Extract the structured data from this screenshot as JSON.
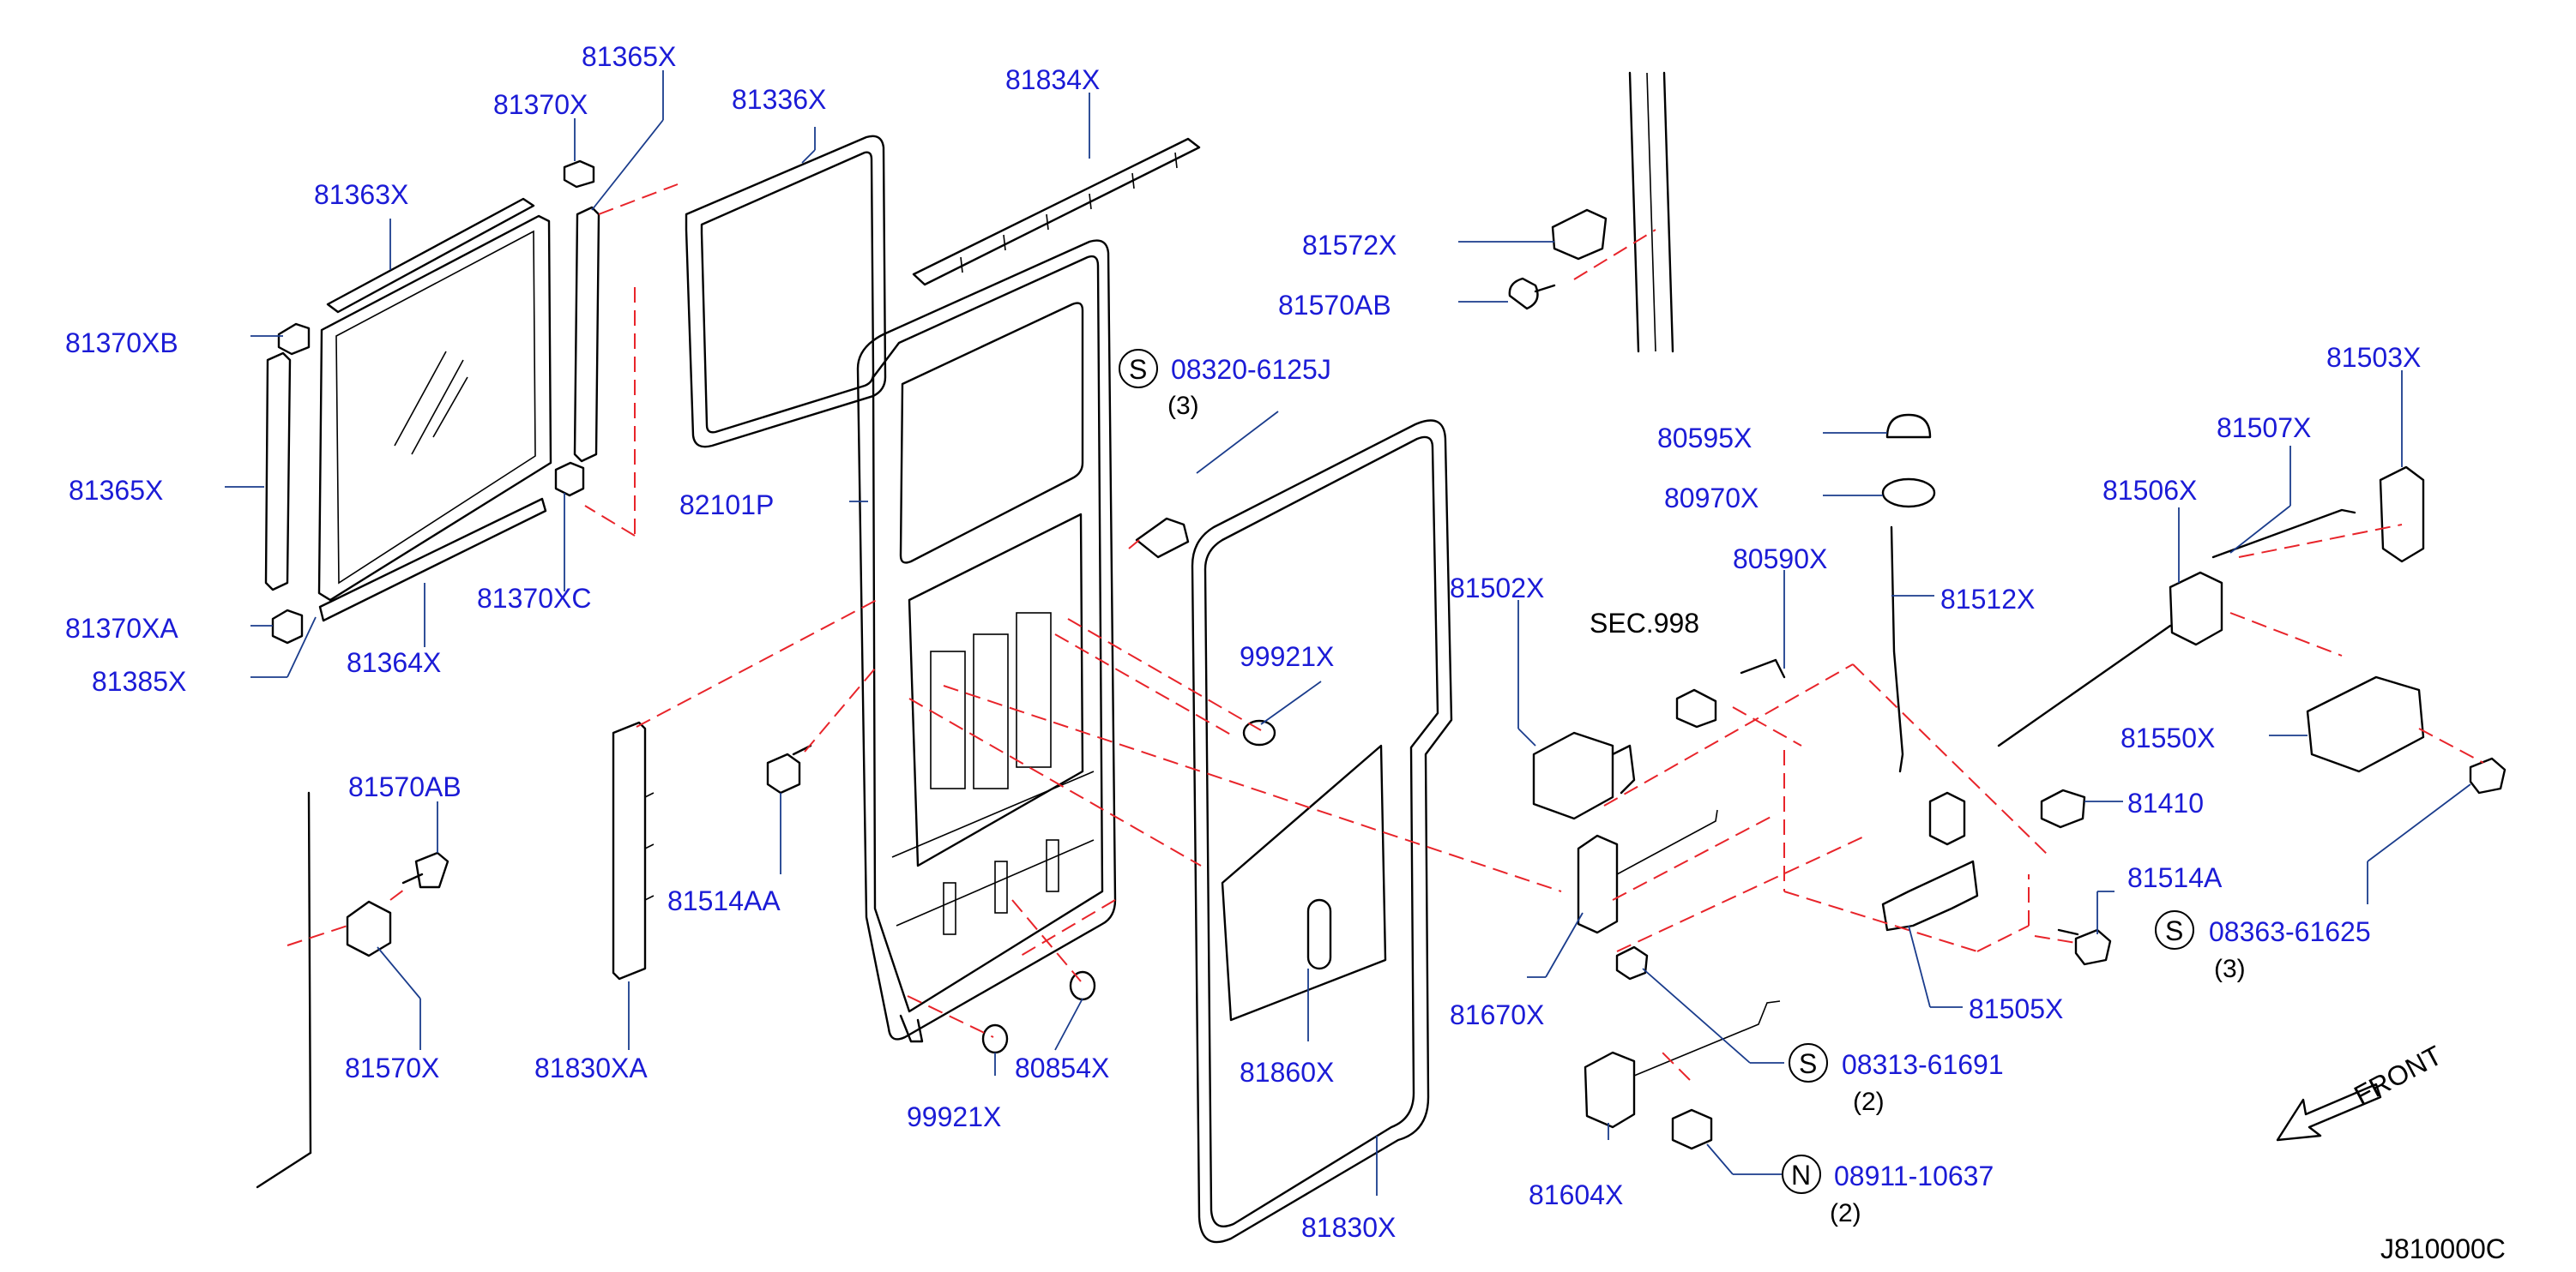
{
  "labels": {
    "p81365X_top": "81365X",
    "p81370X": "81370X",
    "p81336X": "81336X",
    "p81834X": "81834X",
    "p81363X": "81363X",
    "p81370XB": "81370XB",
    "p81365X_left": "81365X",
    "p81370XA": "81370XA",
    "p81385X": "81385X",
    "p81364X": "81364X",
    "p81370XC": "81370XC",
    "p82101P": "82101P",
    "p08320": "08320-6125J",
    "p81572X": "81572X",
    "p81570AB_top": "81570AB",
    "p80595X": "80595X",
    "p80970X": "80970X",
    "p80590X": "80590X",
    "p81502X": "81502X",
    "p99921X_right": "99921X",
    "p81512X": "81512X",
    "p81503X": "81503X",
    "p81507X": "81507X",
    "p81506X": "81506X",
    "p81550X": "81550X",
    "p81410": "81410",
    "p81514A": "81514A",
    "p08363": "08363-61625",
    "p81505X": "81505X",
    "p81570AB_bottom": "81570AB",
    "p81514AA": "81514AA",
    "p81570X": "81570X",
    "p81830XA": "81830XA",
    "p99921X_bottom": "99921X",
    "p80854X": "80854X",
    "p81860X": "81860X",
    "p81670X": "81670X",
    "p08313": "08313-61691",
    "p81604X": "81604X",
    "p08911": "08911-10637",
    "p81830X": "81830X"
  },
  "section_ref": "SEC.998",
  "quantities": {
    "q08320": "(3)",
    "q08363": "(3)",
    "q08313": "(2)",
    "q08911": "(2)"
  },
  "symbols": {
    "s": "S",
    "n": "N"
  },
  "front_label": "FRONT",
  "diagram_code": "J810000C",
  "colors": {
    "part_label": "#1b1bd6",
    "reference_line": "#e8242a",
    "leader_line": "#1a3c8c"
  }
}
